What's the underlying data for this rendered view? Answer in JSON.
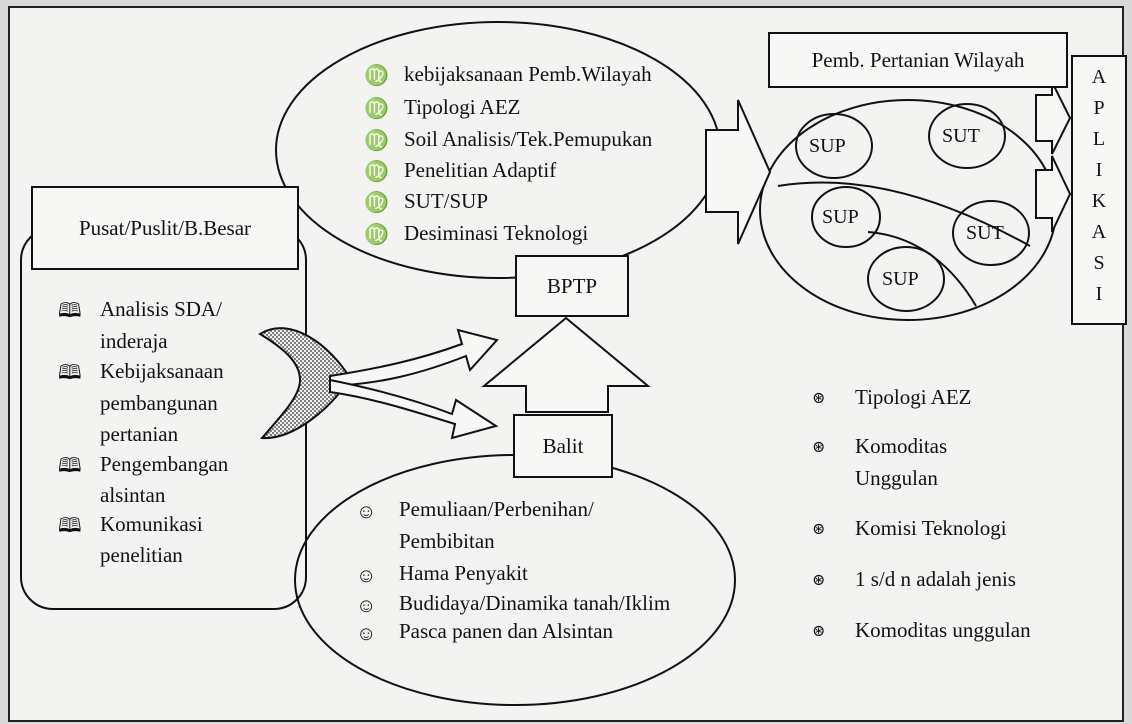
{
  "pusat": {
    "title": "Pusat/Puslit/B.Besar",
    "items": [
      {
        "line1": "Analisis SDA/",
        "line2": "inderaja",
        "line3": ""
      },
      {
        "line1": "Kebijaksanaan",
        "line2": "pembangunan",
        "line3": "pertanian"
      },
      {
        "line1": "Pengembangan",
        "line2": "alsintan",
        "line3": ""
      },
      {
        "line1": "Komunikasi",
        "line2": "penelitian",
        "line3": ""
      }
    ],
    "icon": "book-icon"
  },
  "bptp": {
    "label": "BPTP",
    "items": [
      "kebijaksanaan Pemb.Wilayah",
      "Tipologi AEZ",
      "Soil Analisis/Tek.Pemupukan",
      "Penelitian Adaptif",
      "SUT/SUP",
      "Desiminasi Teknologi"
    ],
    "icon": "virgo-icon"
  },
  "balit": {
    "label": "Balit",
    "items": [
      "Pemuliaan/Perbenihan/",
      "Pembibitan",
      "Hama Penyakit",
      "Budidaya/Dinamika tanah/Iklim",
      "Pasca panen dan Alsintan"
    ],
    "icon": "smiley-icon"
  },
  "wilayah": {
    "title": "Pemb. Pertanian Wilayah",
    "units": [
      "SUP",
      "SUT",
      "SUP",
      "SUT",
      "SUP"
    ]
  },
  "aplikasi": {
    "letters": [
      "A",
      "P",
      "L",
      "I",
      "K",
      "A",
      "S",
      "I"
    ]
  },
  "legend": {
    "icon": "ball-icon",
    "items": [
      {
        "line1": "Tipologi AEZ",
        "line2": ""
      },
      {
        "line1": "Komoditas",
        "line2": "Unggulan"
      },
      {
        "line1": "Komisi Teknologi",
        "line2": ""
      },
      {
        "line1": "1 s/d n adalah jenis",
        "line2": ""
      },
      {
        "line1": "Komoditas unggulan",
        "line2": ""
      }
    ]
  }
}
